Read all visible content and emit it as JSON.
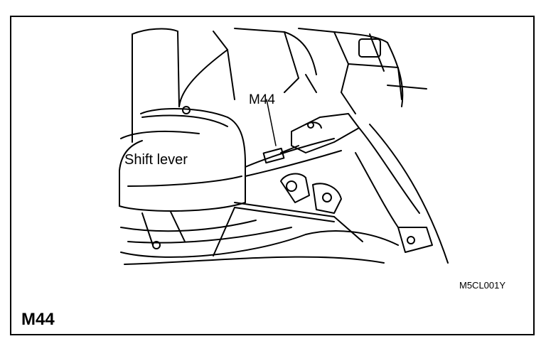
{
  "figure": {
    "connector_label": "M44",
    "part_label": "Shift lever",
    "figure_code": "M5CL001Y",
    "connector_id": "M44"
  },
  "colors": {
    "ink": "#000000",
    "paper": "#ffffff"
  }
}
